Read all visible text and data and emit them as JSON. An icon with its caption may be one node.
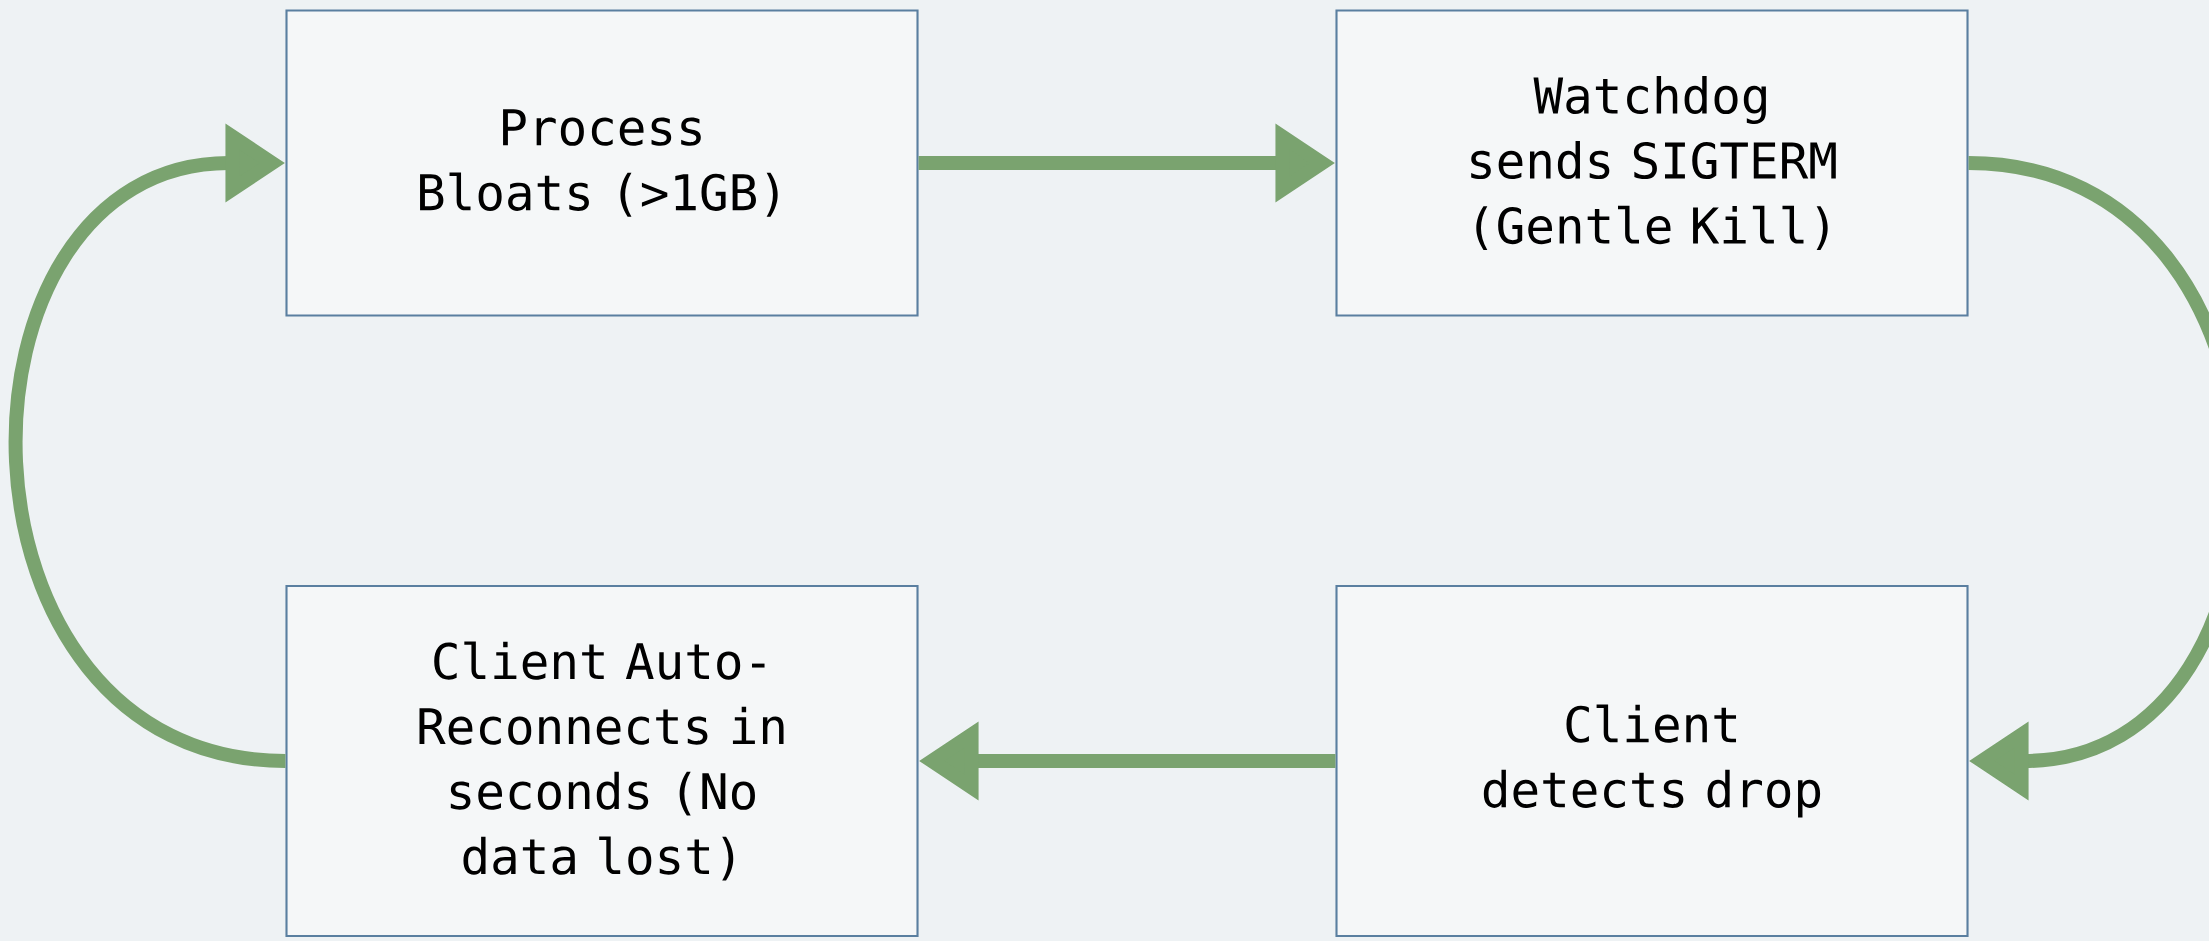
{
  "diagram": {
    "nodes": [
      {
        "text": [
          "Process Bloats (>1GB)"
        ]
      },
      {
        "text": [
          "Watchdog sends SIGTERM (Gentle Kill)"
        ]
      },
      {
        "text": [
          "Client Auto-Reconnects in seconds (No data lost)"
        ]
      },
      {
        "text": [
          "Client detects drop"
        ]
      }
    ],
    "edges": [
      {
        "from": 0,
        "to": 1,
        "arrow": "to"
      },
      {
        "from": 1,
        "to": 3,
        "arrow": "to"
      },
      {
        "from": 3,
        "to": 2,
        "arrow": "to"
      },
      {
        "from": 2,
        "to": 0,
        "arrow": "to"
      }
    ]
  }
}
